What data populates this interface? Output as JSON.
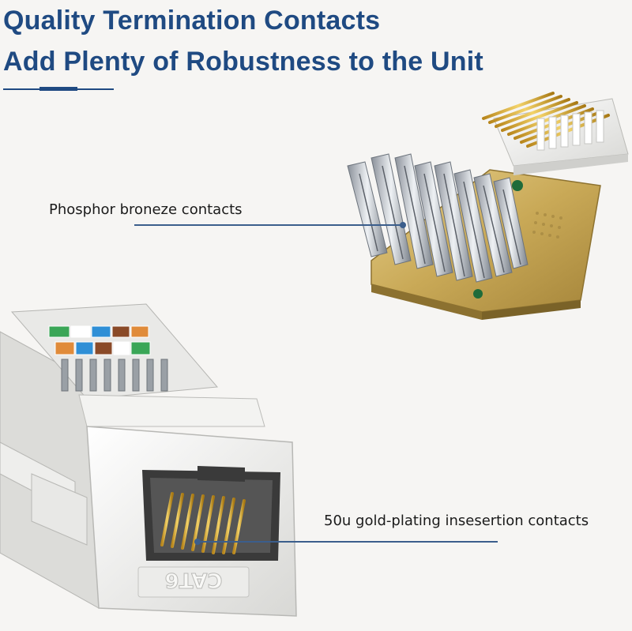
{
  "heading": {
    "line1": "Quality Termination Contacts",
    "line2": "Add Plenty of Robustness to the Unit"
  },
  "callouts": {
    "contacts_top": "Phosphor broneze contacts",
    "contacts_bottom": "50u gold-plating insesertion contacts"
  },
  "jack": {
    "marking": "CAT6"
  },
  "colors": {
    "title": "#1f4a82",
    "leader": "#3b5e8c",
    "gold": "#d4a12a",
    "white_plastic": "#f1f1ef"
  }
}
